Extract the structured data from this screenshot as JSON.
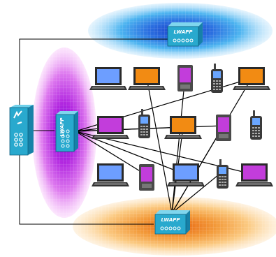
{
  "nodes": {
    "access_points": [
      {
        "id": "ap-top",
        "label": "LWAPP"
      },
      {
        "id": "ap-left",
        "label": "LWAPP"
      },
      {
        "id": "ap-bottom",
        "label": "LWAPP"
      }
    ],
    "controller": {
      "id": "wlan-controller",
      "icon": "wlan-controller-icon"
    },
    "clients": [
      {
        "id": "c-laptop-1",
        "kind": "laptop",
        "screen": "blue"
      },
      {
        "id": "c-laptop-2",
        "kind": "laptop",
        "screen": "orange"
      },
      {
        "id": "c-pda-1",
        "kind": "pda",
        "screen": "magenta"
      },
      {
        "id": "c-phone-1",
        "kind": "phone",
        "screen": "blue"
      },
      {
        "id": "c-laptop-3",
        "kind": "laptop",
        "screen": "orange"
      },
      {
        "id": "c-laptop-4",
        "kind": "laptop",
        "screen": "magenta"
      },
      {
        "id": "c-phone-2",
        "kind": "phone",
        "screen": "blue"
      },
      {
        "id": "c-laptop-5",
        "kind": "laptop",
        "screen": "orange"
      },
      {
        "id": "c-pda-2",
        "kind": "pda",
        "screen": "magenta"
      },
      {
        "id": "c-phone-3",
        "kind": "phone",
        "screen": "blue"
      },
      {
        "id": "c-laptop-6",
        "kind": "laptop",
        "screen": "blue"
      },
      {
        "id": "c-pda-3",
        "kind": "pda",
        "screen": "magenta"
      },
      {
        "id": "c-laptop-7",
        "kind": "laptop",
        "screen": "blue"
      },
      {
        "id": "c-phone-4",
        "kind": "phone",
        "screen": "orange"
      },
      {
        "id": "c-laptop-8",
        "kind": "laptop",
        "screen": "magenta"
      }
    ],
    "links": [
      [
        "ap-left",
        "c-laptop-4"
      ],
      [
        "ap-left",
        "c-laptop-3"
      ],
      [
        "ap-left",
        "c-laptop-5"
      ],
      [
        "ap-left",
        "c-pda-2"
      ],
      [
        "ap-left",
        "c-pda-3"
      ],
      [
        "ap-left",
        "c-laptop-8"
      ],
      [
        "ap-left",
        "c-laptop-7"
      ],
      [
        "ap-bottom",
        "c-laptop-2"
      ],
      [
        "ap-bottom",
        "c-pda-1"
      ],
      [
        "ap-bottom",
        "c-laptop-3"
      ],
      [
        "ap-bottom",
        "c-laptop-5"
      ],
      [
        "ap-bottom",
        "c-pda-2"
      ],
      [
        "ap-bottom",
        "c-phone-4"
      ]
    ]
  },
  "colors": {
    "blue_zone": "#33a3ec",
    "magenta_zone": "#c81ad7",
    "orange_zone": "#ef7e12",
    "device_teal": "#29a9ce",
    "line": "#000000"
  }
}
